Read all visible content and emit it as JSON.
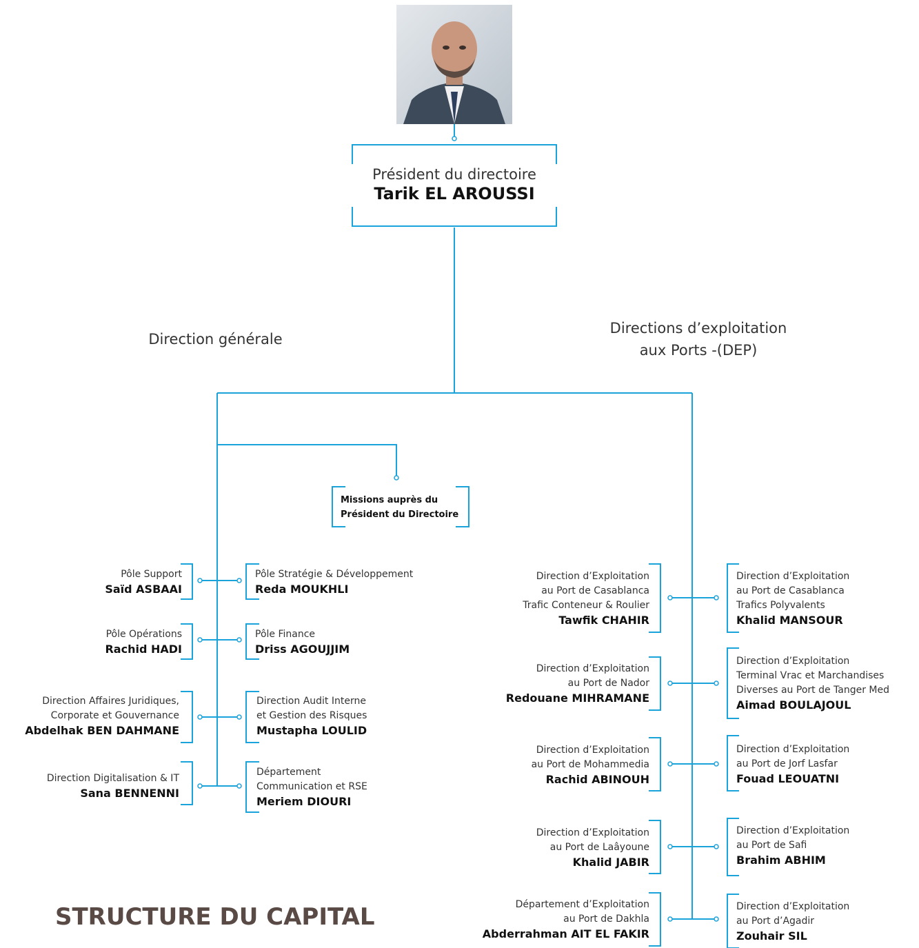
{
  "president": {
    "role": "Président du directoire",
    "name": "Tarik EL AROUSSI"
  },
  "sections": {
    "left_heading": "Direction générale",
    "right_heading_line1": "Directions d’exploitation",
    "right_heading_line2": "aux Ports -(DEP)"
  },
  "missions": {
    "line1": "Missions auprès du",
    "line2": "Président du Directoire"
  },
  "dg_left": [
    {
      "title_lines": [
        "Pôle Support"
      ],
      "name": "Saïd ASBAAI"
    },
    {
      "title_lines": [
        "Pôle Opérations"
      ],
      "name": "Rachid HADI"
    },
    {
      "title_lines": [
        "Direction Affaires Juridiques,",
        "Corporate et Gouvernance"
      ],
      "name": "Abdelhak BEN DAHMANE"
    },
    {
      "title_lines": [
        "Direction Digitalisation & IT"
      ],
      "name": "Sana BENNENNI"
    }
  ],
  "dg_right": [
    {
      "title_lines": [
        "Pôle Stratégie & Développement"
      ],
      "name": "Reda MOUKHLI"
    },
    {
      "title_lines": [
        "Pôle Finance"
      ],
      "name": "Driss AGOUJJIM"
    },
    {
      "title_lines": [
        "Direction Audit Interne",
        "et Gestion des Risques"
      ],
      "name": "Mustapha LOULID"
    },
    {
      "title_lines": [
        "Département",
        "Communication et RSE"
      ],
      "name": "Meriem DIOURI"
    }
  ],
  "dep_left": [
    {
      "title_lines": [
        "Direction d’Exploitation",
        "au Port de Casablanca",
        "Trafic Conteneur & Roulier"
      ],
      "name": "Tawfik CHAHIR"
    },
    {
      "title_lines": [
        "Direction d’Exploitation",
        "au Port de Nador"
      ],
      "name": "Redouane MIHRAMANE"
    },
    {
      "title_lines": [
        "Direction d’Exploitation",
        "au Port de Mohammedia"
      ],
      "name": "Rachid ABINOUH"
    },
    {
      "title_lines": [
        "Direction d’Exploitation",
        "au Port de Laâyoune"
      ],
      "name": "Khalid JABIR"
    },
    {
      "title_lines": [
        "Département d’Exploitation",
        "au Port de Dakhla"
      ],
      "name": "Abderrahman AIT EL FAKIR"
    }
  ],
  "dep_right": [
    {
      "title_lines": [
        "Direction d’Exploitation",
        "au Port de Casablanca",
        "Trafics Polyvalents"
      ],
      "name": "Khalid MANSOUR"
    },
    {
      "title_lines": [
        "Direction d’Exploitation",
        "Terminal Vrac et Marchandises",
        "Diverses au Port de Tanger Med"
      ],
      "name": "Aimad BOULAJOUL"
    },
    {
      "title_lines": [
        "Direction d’Exploitation",
        "au Port de Jorf Lasfar"
      ],
      "name": "Fouad LEOUATNI"
    },
    {
      "title_lines": [
        "Direction d’Exploitation",
        "au Port de Safi"
      ],
      "name": "Brahim ABHIM"
    },
    {
      "title_lines": [
        "Direction d’Exploitation",
        "au Port d’Agadir"
      ],
      "name": "Zouhair SIL"
    }
  ],
  "footer_heading": "STRUCTURE DU CAPITAL",
  "colors": {
    "connector": "#1aa3db",
    "footer": "#5a4a45"
  },
  "icons": {
    "portrait": "president-portrait"
  }
}
